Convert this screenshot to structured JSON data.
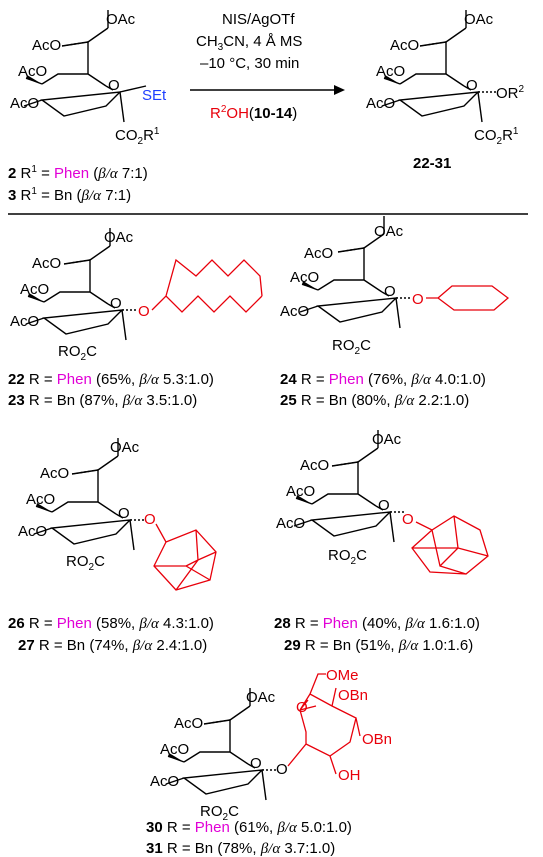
{
  "reaction": {
    "reagent_1": "NIS/AgOTf",
    "reagent_2_pre": "CH",
    "reagent_2_sub": "3",
    "reagent_2_post": "CN, 4 Å MS",
    "reagent_3": "–10 °C, 30 min",
    "acceptor_r": "R",
    "acceptor_sup": "2",
    "acceptor_oh": "OH",
    "acceptor_open": "(",
    "acceptor_ref": "10-14",
    "acceptor_close": ")",
    "product_label": "22-31"
  },
  "labels": {
    "oac": "OAc",
    "aco": "AcO",
    "o": "O",
    "set": "SEt",
    "co2": "CO",
    "co2_sub": "2",
    "r1": "R",
    "r1_sup": "1",
    "or2_o": "OR",
    "or2_sup": "2",
    "ro2c_pre": "RO",
    "ro2c_sub": "2",
    "ro2c_post": "C",
    "ome": "OMe",
    "obn": "OBn",
    "oh": "OH"
  },
  "donors": [
    {
      "num": "2",
      "r": " R",
      "sup": "1",
      "eq": " = ",
      "group": "Phen",
      "rest": " (",
      "ratio_lbl": "β/α",
      "ratio": " 7:1)"
    },
    {
      "num": "3",
      "r": " R",
      "sup": "1",
      "eq": " = ",
      "group": "Bn",
      "rest": " (",
      "ratio_lbl": "β/α",
      "ratio": " 7:1)"
    }
  ],
  "products": [
    {
      "num": "22",
      "pre": " R = ",
      "group": "Phen",
      "mid": " (65%, ",
      "ratio_lbl": "β/α",
      "ratio": " 5.3:1.0)"
    },
    {
      "num": "23",
      "pre": " R = ",
      "group": "Bn",
      "mid": " (87%, ",
      "ratio_lbl": "β/α",
      "ratio": " 3.5:1.0)"
    },
    {
      "num": "24",
      "pre": " R = ",
      "group": "Phen",
      "mid": " (76%, ",
      "ratio_lbl": "β/α",
      "ratio": " 4.0:1.0)"
    },
    {
      "num": "25",
      "pre": " R = ",
      "group": "Bn",
      "mid": " (80%, ",
      "ratio_lbl": "β/α",
      "ratio": " 2.2:1.0)"
    },
    {
      "num": "26",
      "pre": " R = ",
      "group": "Phen",
      "mid": " (58%, ",
      "ratio_lbl": "β/α",
      "ratio": " 4.3:1.0)"
    },
    {
      "num": "27",
      "pre": " R = ",
      "group": "Bn",
      "mid": " (74%, ",
      "ratio_lbl": "β/α",
      "ratio": " 2.4:1.0)"
    },
    {
      "num": "28",
      "pre": " R = ",
      "group": "Phen",
      "mid": " (40%, ",
      "ratio_lbl": "β/α",
      "ratio": " 1.6:1.0)"
    },
    {
      "num": "29",
      "pre": " R = ",
      "group": "Bn",
      "mid": " (51%, ",
      "ratio_lbl": "β/α",
      "ratio": " 1.0:1.6)"
    },
    {
      "num": "30",
      "pre": " R = ",
      "group": "Phen",
      "mid": " (61%, ",
      "ratio_lbl": "β/α",
      "ratio": " 5.0:1.0)"
    },
    {
      "num": "31",
      "pre": " R = ",
      "group": "Bn",
      "mid": " (78%, ",
      "ratio_lbl": "β/α",
      "ratio": " 3.7:1.0)"
    }
  ],
  "colors": {
    "phen": "#e100d6",
    "red": "#e8000b",
    "set": "#1f3fff"
  }
}
